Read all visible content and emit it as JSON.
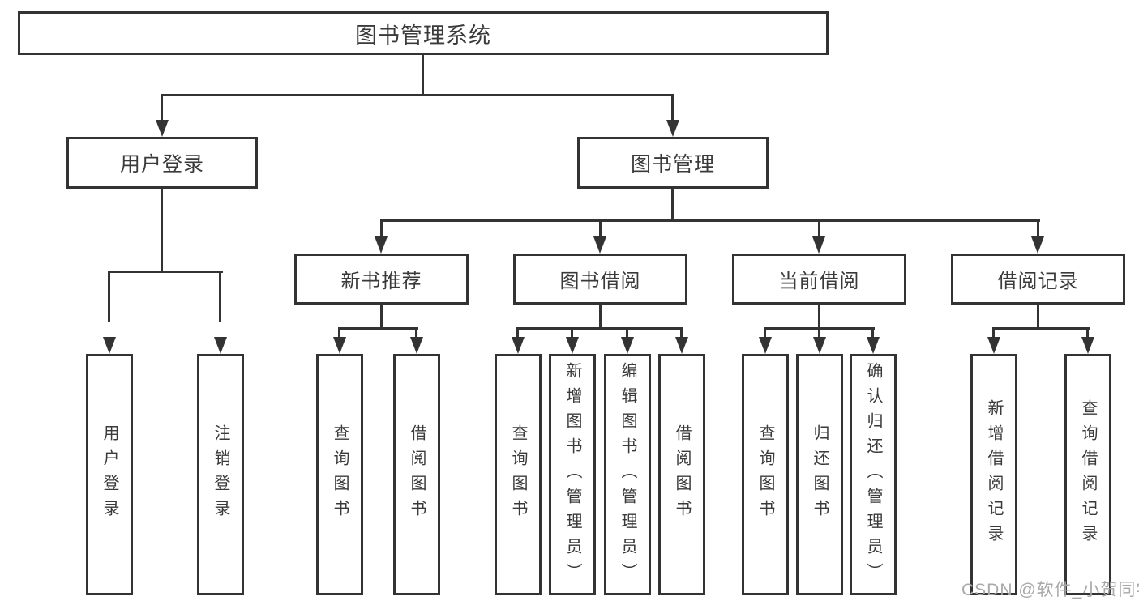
{
  "diagram": {
    "title": "图书管理系统",
    "tree": {
      "root": {
        "label": "图书管理系统",
        "children": [
          {
            "label": "用户登录",
            "children": [
              {
                "label": "用户登录"
              },
              {
                "label": "注销登录"
              }
            ]
          },
          {
            "label": "图书管理",
            "children": [
              {
                "label": "新书推荐",
                "children": [
                  {
                    "label": "查询图书"
                  },
                  {
                    "label": "借阅图书"
                  }
                ]
              },
              {
                "label": "图书借阅",
                "children": [
                  {
                    "label": "查询图书"
                  },
                  {
                    "label": "新增图书（管理员）"
                  },
                  {
                    "label": "编辑图书（管理员）"
                  },
                  {
                    "label": "借阅图书"
                  }
                ]
              },
              {
                "label": "当前借阅",
                "children": [
                  {
                    "label": "查询图书"
                  },
                  {
                    "label": "归还图书"
                  },
                  {
                    "label": "确认归还（管理员）"
                  }
                ]
              },
              {
                "label": "借阅记录",
                "children": [
                  {
                    "label": "新增借阅记录"
                  },
                  {
                    "label": "查询借阅记录"
                  }
                ]
              }
            ]
          }
        ]
      }
    },
    "watermark": "CSDN @软件_小贺同学",
    "colors": {
      "line": "#333333",
      "text": "#3a3a3a",
      "background": "#ffffff",
      "watermark": "#a9a9a9"
    }
  }
}
